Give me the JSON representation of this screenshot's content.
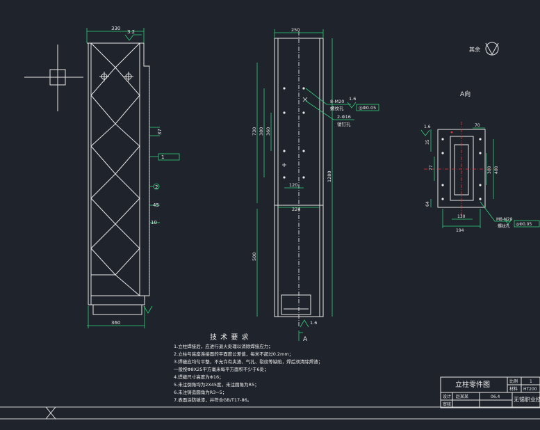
{
  "drawing": {
    "front_view": {
      "width_dim": "330",
      "roughness_top": "3.2",
      "base_dim": "360",
      "side_dim_1": "37",
      "side_dim_2": "45",
      "side_dim_3": "10",
      "callout_box": "1",
      "callout_circle": "2"
    },
    "side_view": {
      "width_dim": "250",
      "hole_callout_1": "8-M20",
      "hole_label_1": "螺纹孔",
      "hole_callout_2": "2-Φ16",
      "hole_label_2": "销钉孔",
      "roughness": "1.6",
      "fcf_text": "◎Φ0.05",
      "dim_730": "730",
      "dim_380": "380",
      "dim_360": "360",
      "dim_120": "120",
      "dim_224": "224",
      "dim_1280": "1280",
      "dim_500": "500",
      "bottom_roughness": "1.6",
      "view_arrow_label": "A"
    },
    "view_a": {
      "title": "A向",
      "roughness": "1.6",
      "dim_70": "70",
      "dim_35": "35",
      "dim_77": "77",
      "dim_400": "400",
      "dim_300": "300",
      "dim_64": "64",
      "dim_130": "130",
      "dim_194": "194",
      "hole_callout": "M8-N20",
      "hole_label": "螺纹孔",
      "fcf_text": "◎Φ0.05"
    },
    "other_symbol_label": "其余"
  },
  "tech_requirements": {
    "title": "技 术 要 求",
    "items": [
      "1.立柱焊接后，应进行退火处理以消除焊接应力；",
      "2.立柱与底座连接面的平面度公差值，每米不超过0.2mm；",
      "3.焊缝应均匀平整，不允许有夹渣、气孔、裂纹等缺陷，焊后须清除焊渣；",
      "  一般按Φ8X25平方毫米每平方面积不少于6处；",
      "4.焊缝尺寸高度为Φ16；",
      "5.未注倒角均为2X45度，未注圆角为R5；",
      "6.未注铸造圆角为R3~5；",
      "7.表面涂防锈漆，并符合GB/T17-86。"
    ]
  },
  "title_block": {
    "part_name": "立柱零件图",
    "scale_label": "比例",
    "scale_value": "1",
    "material_label": "材料",
    "material_value": "HT200",
    "designer_label": "设计",
    "designer_name": "赵某某",
    "date": "06.4",
    "reviewer_label": "审核",
    "company": "无锡职业技术"
  }
}
